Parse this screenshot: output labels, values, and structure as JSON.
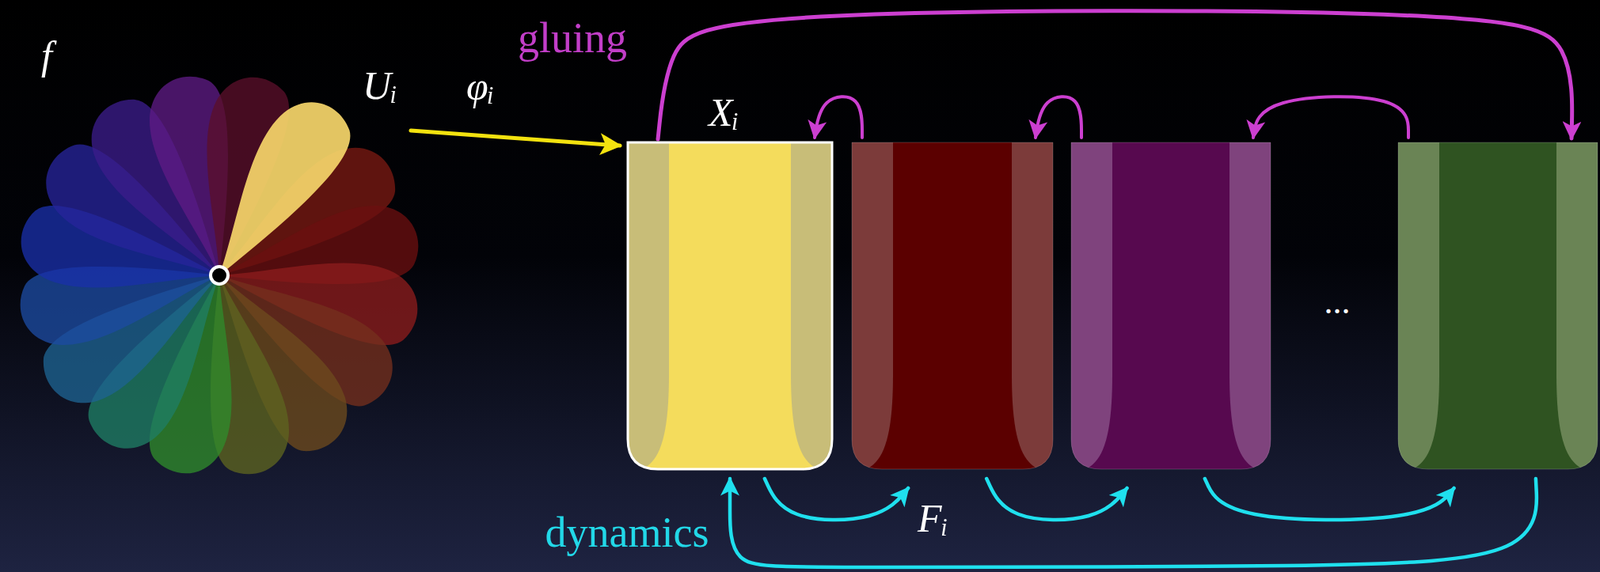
{
  "diagram": {
    "nodes": [
      {
        "text": [
          "f"
        ]
      },
      {
        "text": [
          "Uᵢ"
        ],
        "in": 0
      },
      {
        "text": [
          "Xᵢ"
        ]
      },
      {
        "text": []
      },
      {
        "text": []
      },
      {
        "text": []
      }
    ],
    "edges": [
      {
        "from": 1,
        "to": 2,
        "arrow": "to",
        "label": "φᵢ"
      },
      {
        "from": 2,
        "to": 5,
        "arrow": "to",
        "label": "gluing"
      },
      {
        "from": 3,
        "to": 2,
        "arrow": "to"
      },
      {
        "from": 4,
        "to": 3,
        "arrow": "to"
      },
      {
        "from": 5,
        "to": 4,
        "arrow": "to"
      },
      {
        "from": 2,
        "to": 3,
        "arrow": "to",
        "label": "Fᵢ"
      },
      {
        "from": 3,
        "to": 4,
        "arrow": "to"
      },
      {
        "from": 4,
        "to": 5,
        "arrow": "to"
      },
      {
        "from": 5,
        "to": 2,
        "arrow": "to",
        "label": "dynamics"
      }
    ],
    "labels": [
      "..."
    ]
  }
}
